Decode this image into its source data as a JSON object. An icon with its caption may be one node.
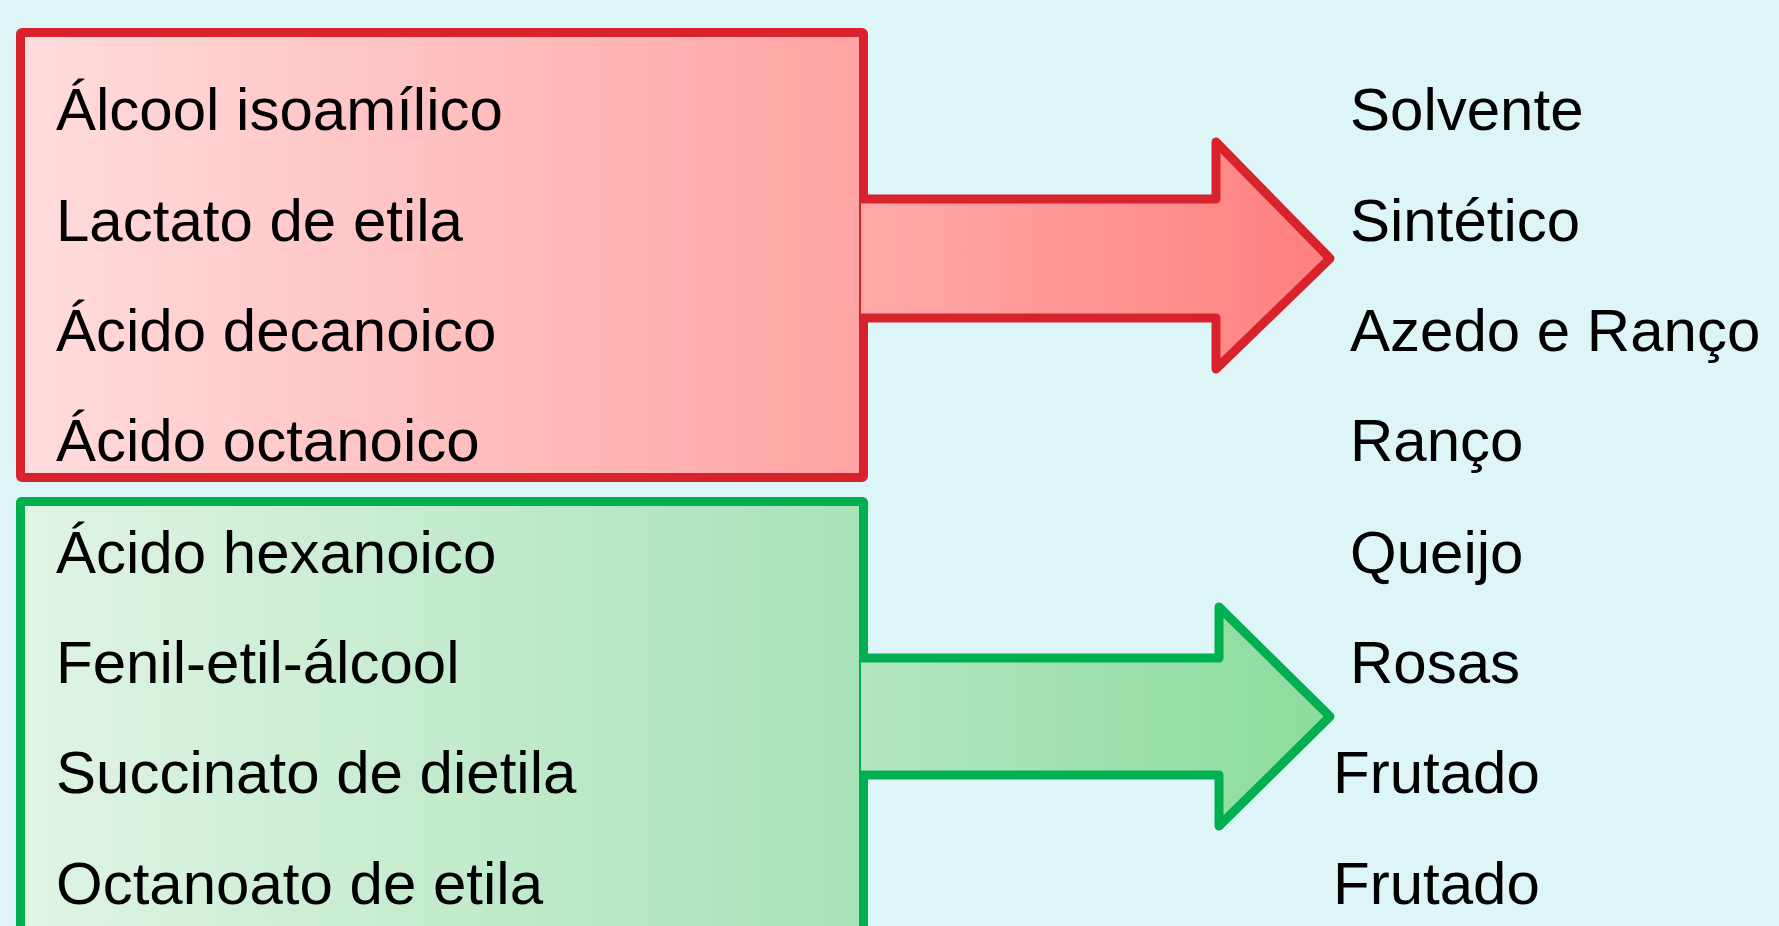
{
  "diagram": {
    "nodes": [
      {
        "text": [
          "Álcool isoamílico",
          "Lactato de etila",
          "Ácido decanoico",
          "Ácido octanoico"
        ]
      },
      {
        "text": [
          "Ácido hexanoico",
          "Fenil-etil-álcool",
          "Succinato de dietila",
          "Octanoato de etila"
        ]
      },
      {
        "text": [
          "Solvente",
          "Sintético",
          "Azedo e Ranço",
          "Ranço"
        ]
      },
      {
        "text": [
          "Queijo",
          "Rosas",
          "Frutado",
          "Frutado"
        ]
      }
    ],
    "edges": [
      {
        "from": 0,
        "to": 2,
        "arrow": "to",
        "style": "thick",
        "color": "#d9232c"
      },
      {
        "from": 1,
        "to": 3,
        "arrow": "to",
        "style": "thick",
        "color": "#00b050"
      }
    ]
  }
}
